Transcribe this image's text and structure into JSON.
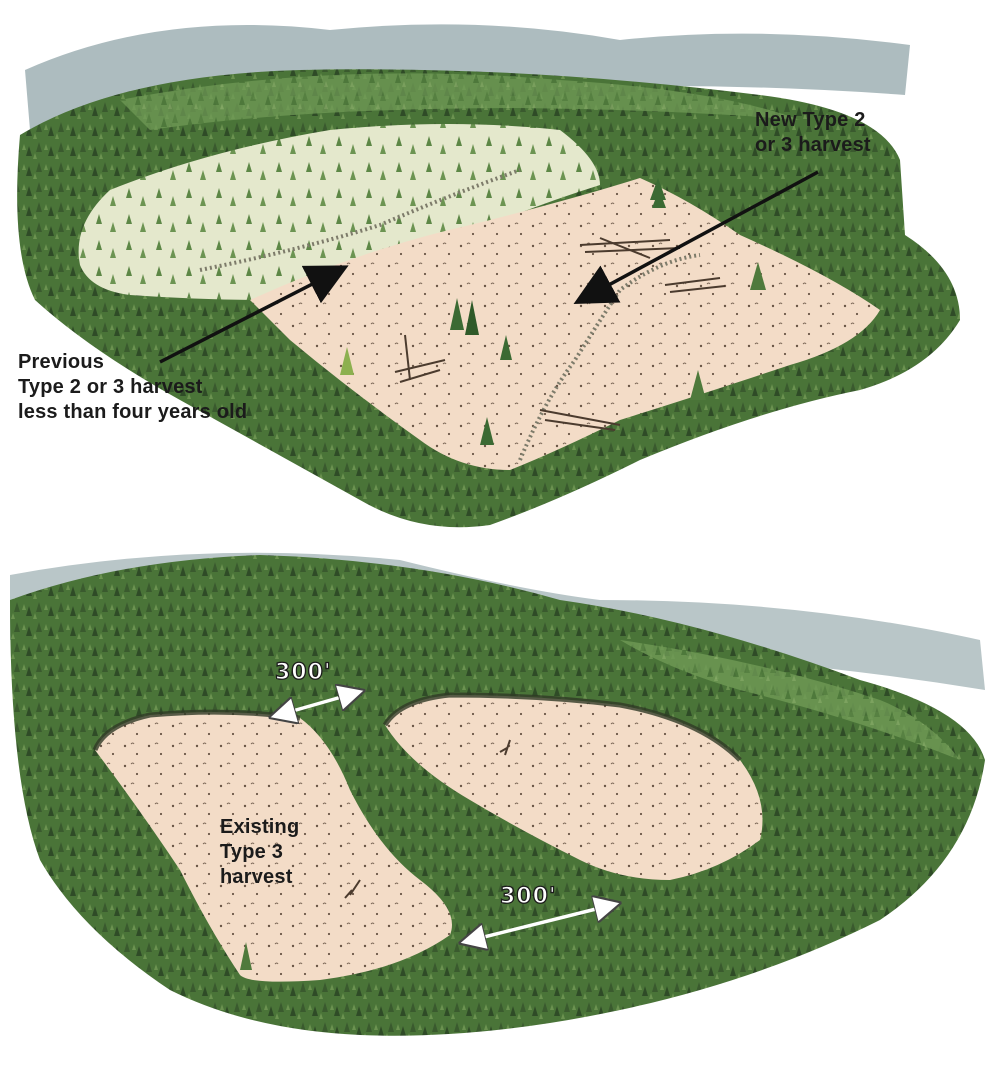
{
  "labels": {
    "new_harvest": [
      "New Type 2",
      "or 3 harvest"
    ],
    "previous_harvest": [
      "Previous",
      "Type 2 or 3 harvest",
      "less than four years old"
    ],
    "existing_harvest": [
      "Existing",
      "Type 3",
      "harvest"
    ],
    "spacing_top": "300'",
    "spacing_bottom": "300'"
  },
  "colors": {
    "forest_dark": "#35502c",
    "forest": "#4f7a3c",
    "forest_light": "#7fa35f",
    "meadow": "#dfe6c8",
    "clearing": "#f3dcc7",
    "clearing_edge": "#e9c6a6",
    "sky_blue": "#8aa0a4",
    "ink": "#1b1b1b"
  },
  "icons": [
    "conifer-tree-icon",
    "log-pile-icon",
    "stump-icon",
    "double-arrow-icon",
    "pointer-arrow-icon"
  ]
}
